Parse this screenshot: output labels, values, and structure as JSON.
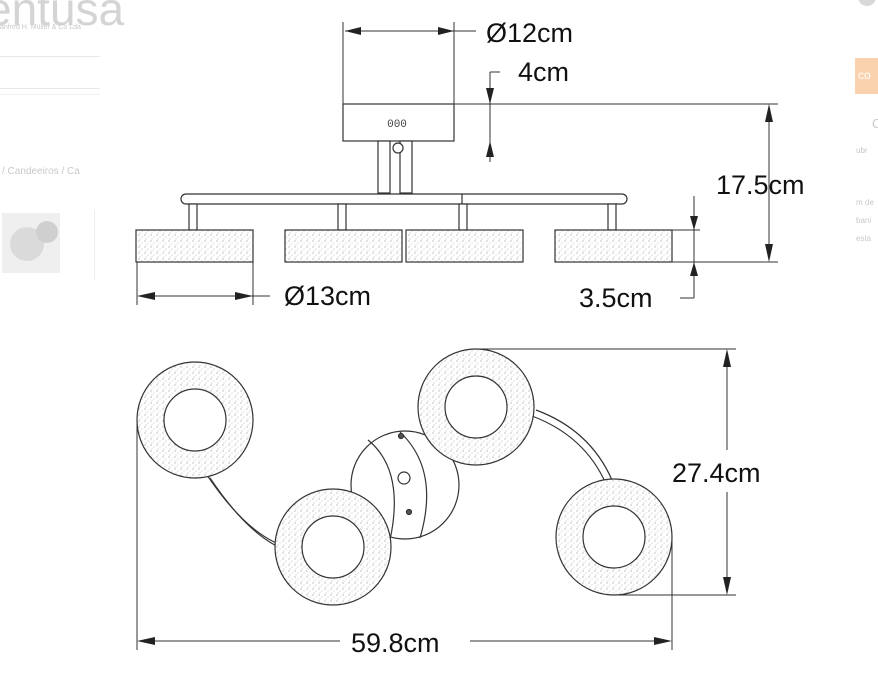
{
  "background": {
    "logo_text": "entusa",
    "logo_subtitle": "anfred H. Müller & Co Lda",
    "breadcrumb": "/ Candeeiros / Ca",
    "right_button": "co",
    "right_snippets": [
      "C",
      "ubr",
      "m de",
      "bani",
      "esta"
    ]
  },
  "dimensions": {
    "top_diameter": "Ø12cm",
    "canopy_height": "4cm",
    "total_height": "17.5cm",
    "shade_diameter": "Ø13cm",
    "shade_height": "3.5cm",
    "depth": "27.4cm",
    "width": "59.8cm"
  },
  "canopy_marking": "000",
  "colors": {
    "accent_orange": "#f6a04d",
    "line": "#333333",
    "faded_text": "#c8c8c8"
  }
}
